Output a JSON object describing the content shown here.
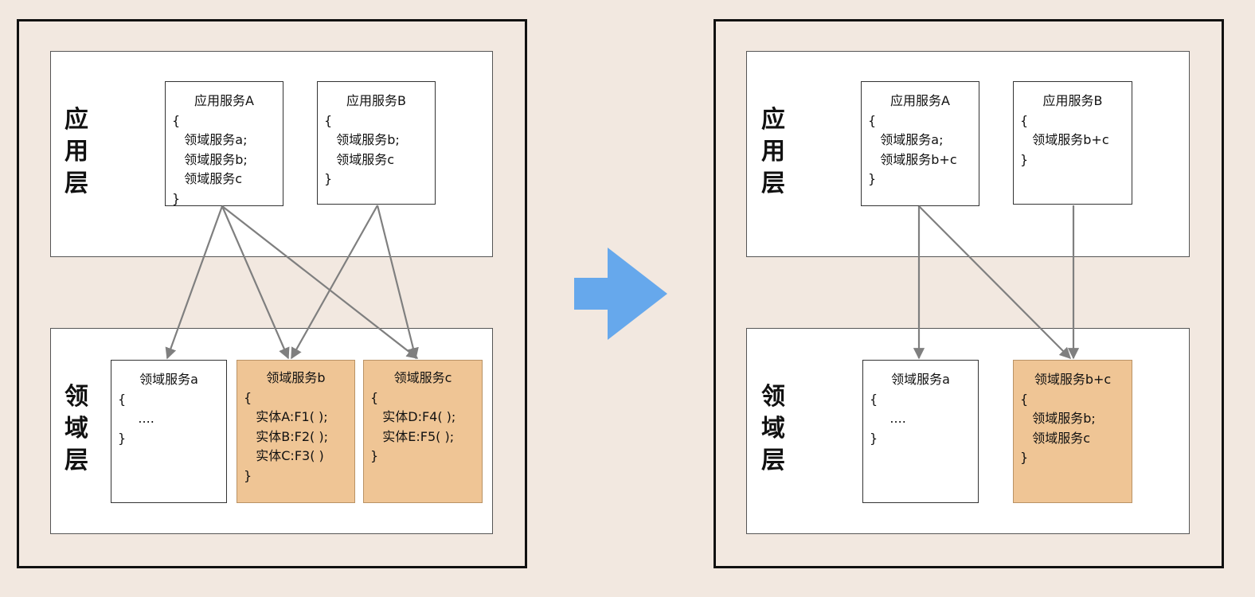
{
  "left_panel": {
    "app_layer_label": "应用层",
    "domain_layer_label": "领域层",
    "app_service_a": {
      "title": "应用服务A",
      "lines": [
        "{",
        "   领域服务a;",
        "   领域服务b;",
        "   领域服务c",
        "}"
      ]
    },
    "app_service_b": {
      "title": "应用服务B",
      "lines": [
        "{",
        "   领域服务b;",
        "   领域服务c",
        "}"
      ]
    },
    "domain_service_a": {
      "title": "领域服务a",
      "lines": [
        "{",
        "     ....",
        "}"
      ]
    },
    "domain_service_b": {
      "title": "领域服务b",
      "lines": [
        "{",
        "   实体A:F1( );",
        "   实体B:F2( );",
        "   实体C:F3( )",
        "}"
      ]
    },
    "domain_service_c": {
      "title": "领域服务c",
      "lines": [
        "{",
        "   实体D:F4( );",
        "   实体E:F5( );",
        "}"
      ]
    }
  },
  "right_panel": {
    "app_layer_label": "应用层",
    "domain_layer_label": "领域层",
    "app_service_a": {
      "title": "应用服务A",
      "lines": [
        "{",
        "   领域服务a;",
        "   领域服务b+c",
        "}"
      ]
    },
    "app_service_b": {
      "title": "应用服务B",
      "lines": [
        "{",
        "   领域服务b+c",
        "}"
      ]
    },
    "domain_service_a": {
      "title": "领域服务a",
      "lines": [
        "{",
        "     ....",
        "}"
      ]
    },
    "domain_service_bc": {
      "title": "领域服务b+c",
      "lines": [
        "{",
        "",
        "   领域服务b;",
        "   领域服务c",
        "}"
      ]
    }
  },
  "colors": {
    "background": "#f2e8e0",
    "highlight_box": "#efc595",
    "arrow": "#7f7f7f",
    "transition_arrow": "#66a8ec"
  },
  "icons": {
    "transition": "right-arrow-icon"
  }
}
